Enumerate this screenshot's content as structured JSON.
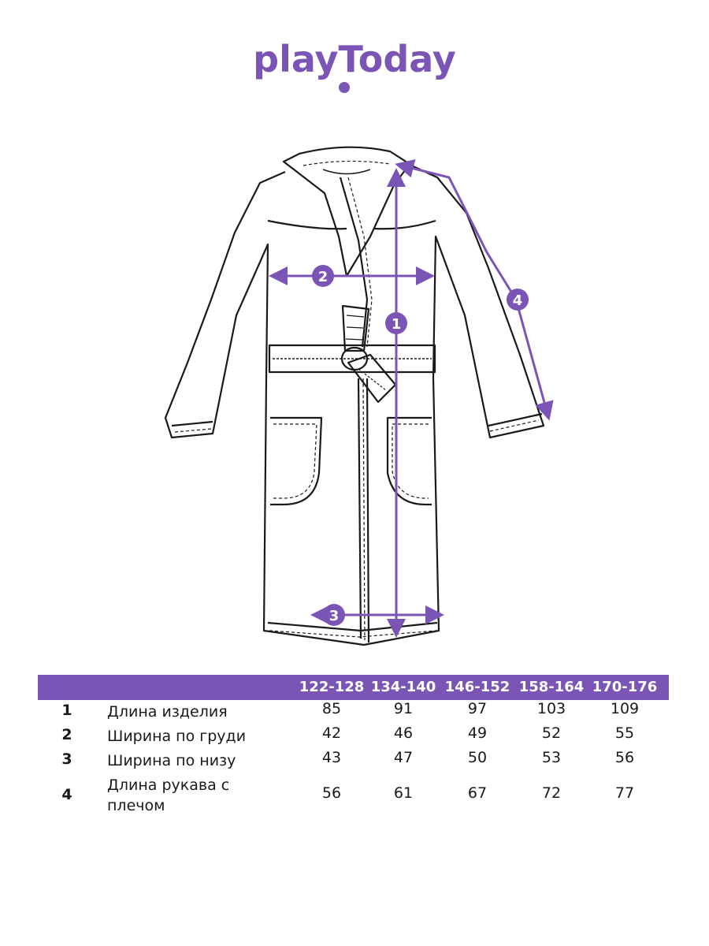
{
  "brand": {
    "logo_text": "playToday",
    "color": "#7b55b6"
  },
  "callouts": [
    "1",
    "2",
    "3",
    "4"
  ],
  "table": {
    "sizes": [
      "122-128",
      "134-140",
      "146-152",
      "158-164",
      "170-176"
    ],
    "rows": [
      {
        "num": "1",
        "label": "Длина изделия",
        "values": [
          "85",
          "91",
          "97",
          "103",
          "109"
        ]
      },
      {
        "num": "2",
        "label": "Ширина по груди",
        "values": [
          "42",
          "46",
          "49",
          "52",
          "55"
        ]
      },
      {
        "num": "3",
        "label": "Ширина по низу",
        "values": [
          "43",
          "47",
          "50",
          "53",
          "56"
        ]
      },
      {
        "num": "4",
        "label": "Длина рукава с плечом",
        "values": [
          "56",
          "61",
          "67",
          "72",
          "77"
        ]
      }
    ]
  }
}
